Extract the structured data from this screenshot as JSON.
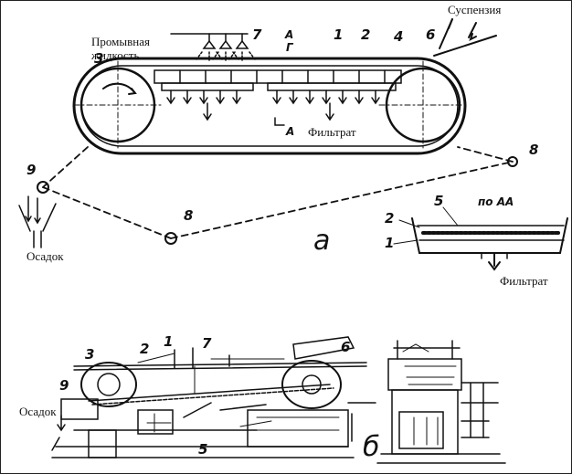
{
  "labels": {
    "suspension": "Суспензия",
    "wash_liquid_1": "Промывная",
    "wash_liquid_2": "жидкость",
    "filtrate_top": "Фильтрат",
    "sediment_top": "Осадок",
    "filtrate_section": "Фильтрат",
    "sediment_bottom": "Осадок",
    "view_a": "а",
    "view_b": "б",
    "section_aa": "по АА",
    "section_a_top": "А",
    "section_a_gamma": "Г",
    "section_a_bottom": "А"
  },
  "callouts": {
    "n1": "1",
    "n2": "2",
    "n3": "3",
    "n4": "4",
    "n6": "6",
    "n7": "7",
    "n8a": "8",
    "n8b": "8",
    "n9": "9",
    "s1": "1",
    "s2": "2",
    "s5": "5",
    "b1": "1",
    "b2": "2",
    "b3": "3",
    "b5": "5",
    "b6": "6",
    "b7": "7",
    "b9": "9"
  }
}
